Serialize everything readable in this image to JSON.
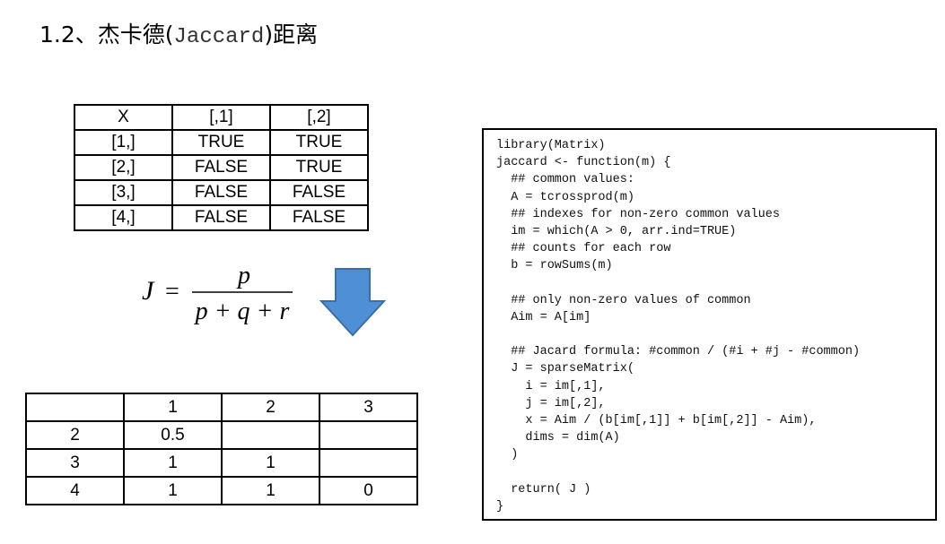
{
  "heading": {
    "prefix": "1.2、杰卡德(",
    "mono": "Jaccard",
    "suffix": ")距离"
  },
  "matrix_table": {
    "header": [
      "X",
      "[,1]",
      "[,2]"
    ],
    "rows": [
      [
        "[1,]",
        "TRUE",
        "TRUE"
      ],
      [
        "[2,]",
        "FALSE",
        "TRUE"
      ],
      [
        "[3,]",
        "FALSE",
        "FALSE"
      ],
      [
        "[4,]",
        "FALSE",
        "FALSE"
      ]
    ]
  },
  "formula": {
    "lhs": "J",
    "eq": "=",
    "numerator": "p",
    "denominator": "p + q + r"
  },
  "arrow": {
    "color": "#4f8fd6",
    "stroke": "#3a6ea8",
    "icon": "down-arrow-icon"
  },
  "result_table": {
    "header": [
      "",
      "1",
      "2",
      "3"
    ],
    "rows": [
      [
        "2",
        "0.5",
        "",
        ""
      ],
      [
        "3",
        "1",
        "1",
        ""
      ],
      [
        "4",
        "1",
        "1",
        "0"
      ]
    ]
  },
  "code": {
    "lines": [
      "library(Matrix)",
      "jaccard <- function(m) {",
      "  ## common values:",
      "  A = tcrossprod(m)",
      "  ## indexes for non-zero common values",
      "  im = which(A > 0, arr.ind=TRUE)",
      "  ## counts for each row",
      "  b = rowSums(m)",
      "",
      "  ## only non-zero values of common",
      "  Aim = A[im]",
      "",
      "  ## Jacard formula: #common / (#i + #j - #common)",
      "  J = sparseMatrix(",
      "    i = im[,1],",
      "    j = im[,2],",
      "    x = Aim / (b[im[,1]] + b[im[,2]] - Aim),",
      "    dims = dim(A)",
      "  )",
      "",
      "  return( J )",
      "}"
    ]
  }
}
